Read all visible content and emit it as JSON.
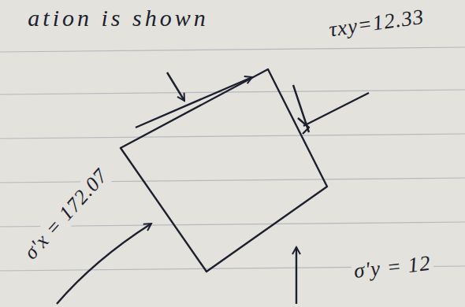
{
  "diagram": {
    "labels": [
      "ation is shown",
      "τxy=12.33",
      "σ'x = 172.07",
      "σ'y = 12"
    ]
  }
}
